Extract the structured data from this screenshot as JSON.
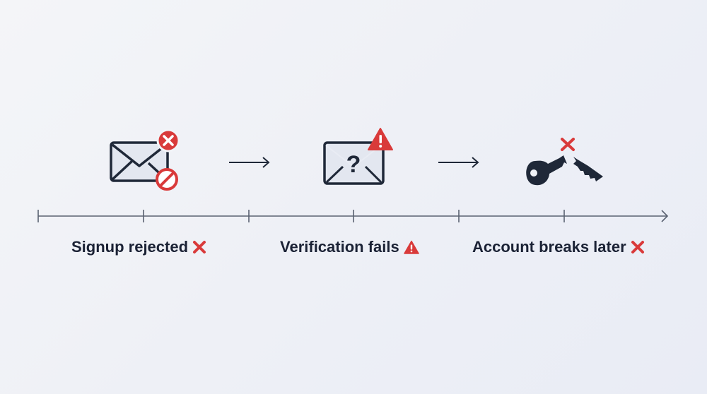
{
  "colors": {
    "ink": "#1f2838",
    "danger": "#d93a3a",
    "envelope_fill": "#e3e7f0",
    "timeline": "#5a6271",
    "background": "#eef0f6"
  },
  "steps": [
    {
      "label": "Signup rejected",
      "status_icon": "red-x-icon",
      "illustration": "envelope-with-x-badge-and-prohibited-icon"
    },
    {
      "label": "Verification fails",
      "status_icon": "warning-triangle-icon",
      "illustration": "envelope-with-question-mark-and-warning-icon"
    },
    {
      "label": "Account breaks later",
      "status_icon": "red-x-icon",
      "illustration": "broken-key-with-x-icon"
    }
  ],
  "connectors": [
    "arrow-right-icon",
    "arrow-right-icon"
  ],
  "timeline": {
    "ticks": 6,
    "end": "arrowhead"
  }
}
